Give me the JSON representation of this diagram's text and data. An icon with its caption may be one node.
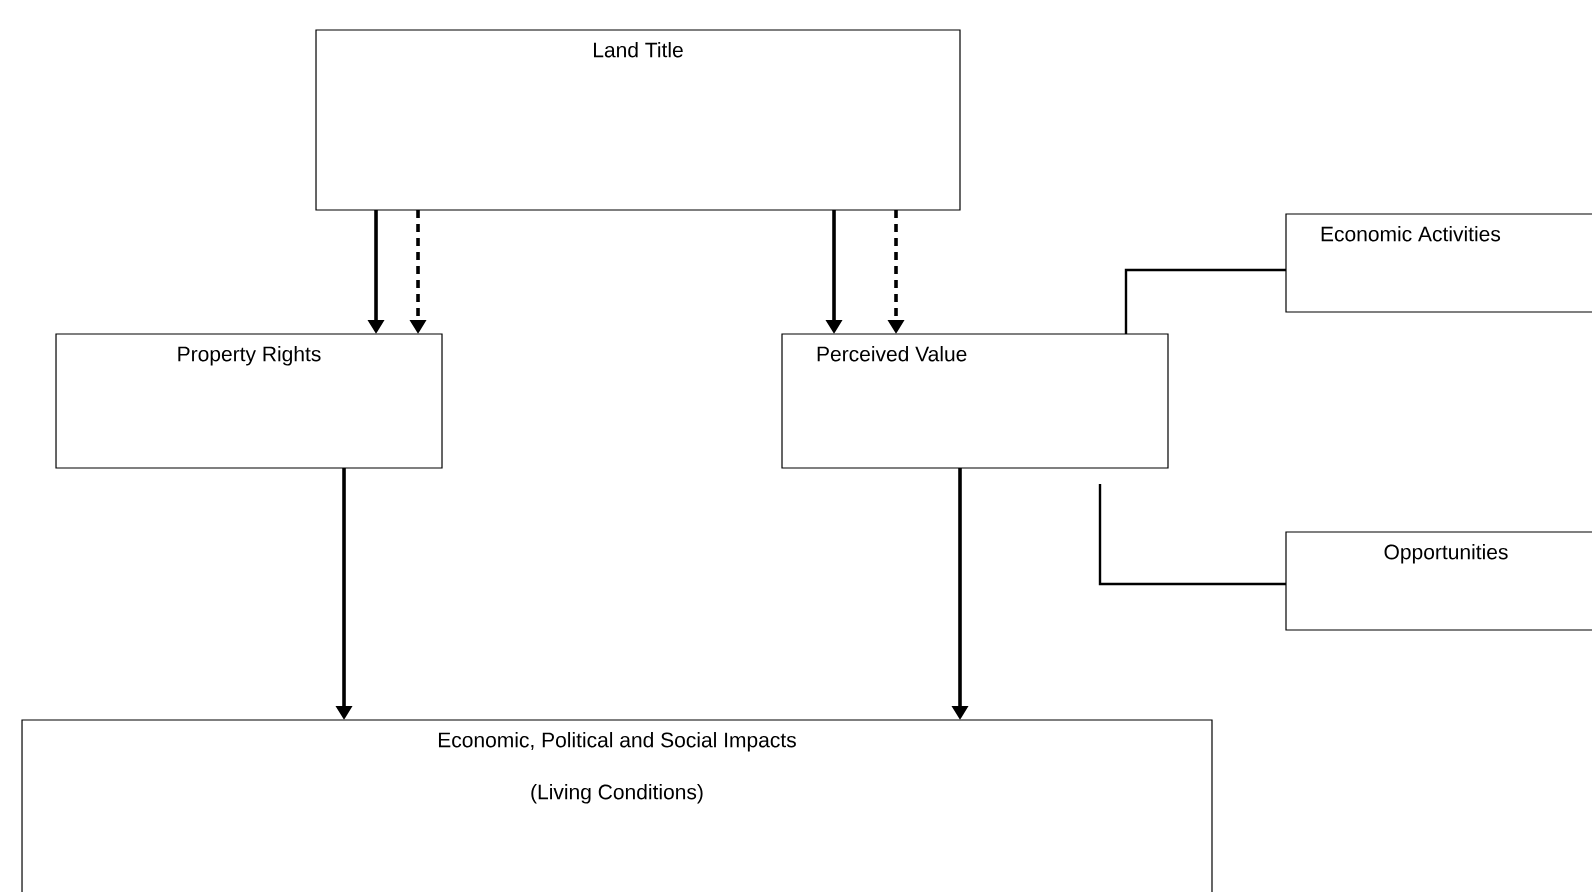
{
  "diagram": {
    "nodes": [
      {
        "text": [
          "Land Title"
        ]
      },
      {
        "text": [
          "Property Rights"
        ]
      },
      {
        "text": [
          "Perceived Value"
        ]
      },
      {
        "text": [
          "Economic Activities"
        ]
      },
      {
        "text": [
          "Opportunities"
        ]
      },
      {
        "text": [
          "Economic, Political and Social Impacts",
          "(Living Conditions)"
        ]
      }
    ],
    "edges": [
      {
        "from": 0,
        "to": 1,
        "arrow": "to"
      },
      {
        "from": 0,
        "to": 1,
        "arrow": "to",
        "style": "dashed"
      },
      {
        "from": 0,
        "to": 2,
        "arrow": "to"
      },
      {
        "from": 0,
        "to": 2,
        "arrow": "to",
        "style": "dashed"
      },
      {
        "from": 1,
        "to": 5,
        "arrow": "to"
      },
      {
        "from": 2,
        "to": 5,
        "arrow": "to"
      },
      {
        "from": 3,
        "to": 2,
        "arrow": "none"
      },
      {
        "from": 2,
        "to": 4,
        "arrow": "none"
      }
    ]
  }
}
